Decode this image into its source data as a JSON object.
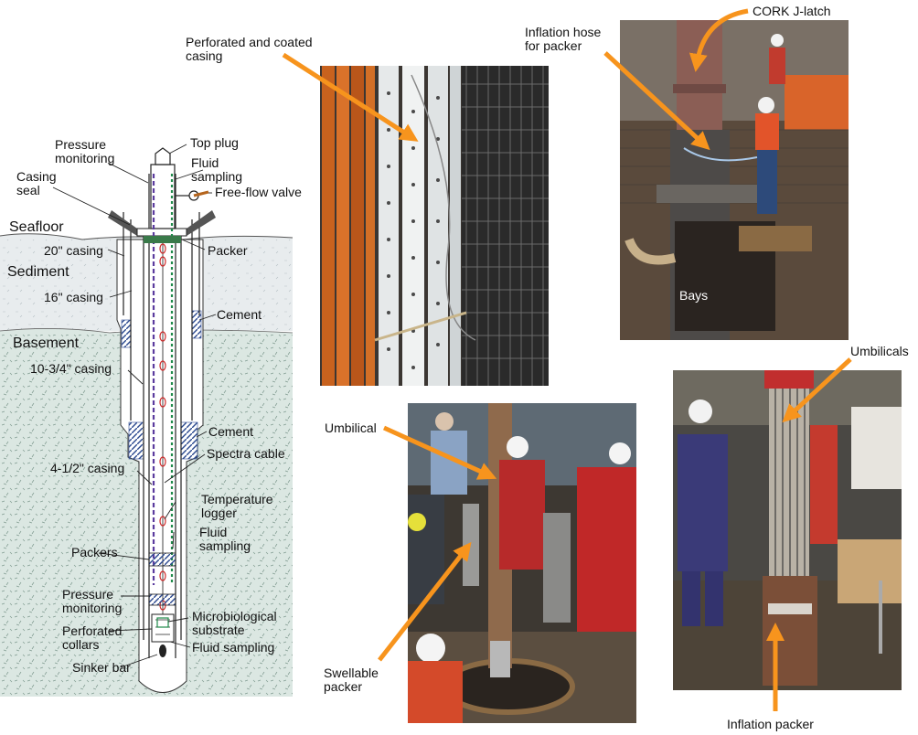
{
  "colors": {
    "arrow": "#f7941d",
    "sediment": "#e8ecee",
    "basement": "#dbe7e2",
    "purple_line": "#5b3b9e",
    "green_line": "#1f8a4a",
    "red_loop": "#cf2a2a",
    "cement": "#3f5fa8"
  },
  "diagram": {
    "zones": {
      "seafloor": "Seafloor",
      "sediment": "Sediment",
      "basement": "Basement"
    },
    "labels": {
      "pressure_monitoring_top": "Pressure\nmonitoring",
      "top_plug": "Top plug",
      "fluid_sampling_top": "Fluid\nsampling",
      "casing_seal": "Casing\nseal",
      "free_flow_valve": "Free-flow valve",
      "packer": "Packer",
      "casing_20": "20\" casing",
      "casing_16": "16\" casing",
      "cement_top": "Cement",
      "casing_10": "10-3/4\" casing",
      "cement_mid": "Cement",
      "spectra_cable": "Spectra cable",
      "casing_4": "4-1/2\" casing",
      "temperature_logger": "Temperature\nlogger",
      "fluid_sampling_mid": "Fluid\nsampling",
      "packers": "Packers",
      "pressure_monitoring_bottom": "Pressure\nmonitoring",
      "microbiological_substrate": "Microbiological\nsubstrate",
      "perforated_collars": "Perforated\ncollars",
      "fluid_sampling_bottom": "Fluid sampling",
      "sinker_bar": "Sinker bar"
    }
  },
  "photos": {
    "casing": {
      "caption": "Perforated and coated\ncasing"
    },
    "latch": {
      "caption_latch": "CORK J-latch",
      "caption_hose": "Inflation hose\nfor packer",
      "caption_bays": "Bays"
    },
    "swellable": {
      "caption_umbilical": "Umbilical",
      "caption_packer": "Swellable\npacker"
    },
    "inflation": {
      "caption_umbilicals": "Umbilicals",
      "caption_packer": "Inflation packer"
    }
  }
}
